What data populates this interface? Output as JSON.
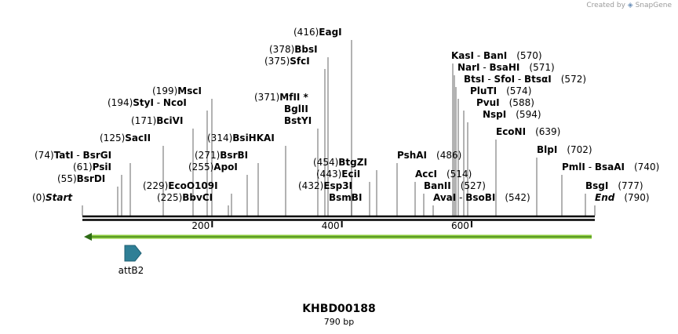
{
  "credit": {
    "text": "Created by",
    "brand": "SnapGene"
  },
  "title": "KHBD00188",
  "subtitle": "790 bp",
  "sequence_length": 790,
  "ticks": [
    "200",
    "400",
    "600"
  ],
  "feature": {
    "name": "attB2",
    "color": "#2f7f96"
  },
  "primer_color": "#8ccc3c",
  "sites": [
    {
      "pos": "(0)",
      "names": [
        {
          "t": "Start",
          "i": true
        }
      ]
    },
    {
      "pos": "(55)",
      "names": [
        {
          "t": "BsrDI"
        }
      ]
    },
    {
      "pos": "(61)",
      "names": [
        {
          "t": "PsiI"
        }
      ]
    },
    {
      "pos": "(74)",
      "names": [
        {
          "t": "TatI"
        },
        {
          "t": "BsrGI"
        }
      ]
    },
    {
      "pos": "(125)",
      "names": [
        {
          "t": "SacII"
        }
      ]
    },
    {
      "pos": "(171)",
      "names": [
        {
          "t": "BciVI"
        }
      ]
    },
    {
      "pos": "(194)",
      "names": [
        {
          "t": "StyI"
        },
        {
          "t": "NcoI"
        }
      ]
    },
    {
      "pos": "(199)",
      "names": [
        {
          "t": "MscI"
        }
      ]
    },
    {
      "pos": "(225)",
      "names": [
        {
          "t": "BbvCI"
        }
      ]
    },
    {
      "pos": "(229)",
      "names": [
        {
          "t": "EcoO109I"
        }
      ]
    },
    {
      "pos": "(255)",
      "names": [
        {
          "t": "ApoI"
        }
      ]
    },
    {
      "pos": "(271)",
      "names": [
        {
          "t": "BsrBI"
        }
      ]
    },
    {
      "pos": "(314)",
      "names": [
        {
          "t": "BsiHKAI"
        }
      ]
    },
    {
      "pos": "(371)",
      "names": [
        {
          "t": "MfII *"
        }
      ],
      "extra": [
        "BglII",
        "BstYI"
      ]
    },
    {
      "pos": "(375)",
      "names": [
        {
          "t": "SfcI"
        }
      ]
    },
    {
      "pos": "(378)",
      "names": [
        {
          "t": "BbsI"
        }
      ]
    },
    {
      "pos": "(416)",
      "names": [
        {
          "t": "EagI"
        }
      ]
    },
    {
      "pos": "(432)",
      "names": [
        {
          "t": "Esp3I"
        }
      ],
      "extra": [
        "BsmBI"
      ]
    },
    {
      "pos": "(443)",
      "names": [
        {
          "t": "EciI"
        }
      ]
    },
    {
      "pos": "(454)",
      "names": [
        {
          "t": "BtgZI"
        }
      ]
    },
    {
      "pos": "(486)",
      "names": [
        {
          "t": "PshAI"
        }
      ]
    },
    {
      "pos": "(514)",
      "names": [
        {
          "t": "AccI"
        }
      ]
    },
    {
      "pos": "(527)",
      "names": [
        {
          "t": "BanII"
        }
      ]
    },
    {
      "pos": "(542)",
      "names": [
        {
          "t": "AvaI"
        },
        {
          "t": "BsoBI"
        }
      ]
    },
    {
      "pos": "(570)",
      "names": [
        {
          "t": "KasI"
        },
        {
          "t": "BanI"
        }
      ]
    },
    {
      "pos": "(571)",
      "names": [
        {
          "t": "NarI"
        },
        {
          "t": "BsaHI"
        }
      ]
    },
    {
      "pos": "(572)",
      "names": [
        {
          "t": "BtsI"
        },
        {
          "t": "SfoI"
        },
        {
          "t": "BtsαI"
        }
      ]
    },
    {
      "pos": "(574)",
      "names": [
        {
          "t": "PluTI"
        }
      ]
    },
    {
      "pos": "(588)",
      "names": [
        {
          "t": "PvuI"
        }
      ]
    },
    {
      "pos": "(594)",
      "names": [
        {
          "t": "NspI"
        }
      ]
    },
    {
      "pos": "(639)",
      "names": [
        {
          "t": "EcoNI"
        }
      ]
    },
    {
      "pos": "(702)",
      "names": [
        {
          "t": "BlpI"
        }
      ]
    },
    {
      "pos": "(740)",
      "names": [
        {
          "t": "PmlI"
        },
        {
          "t": "BsaAI"
        }
      ]
    },
    {
      "pos": "(777)",
      "names": [
        {
          "t": "BsgI"
        }
      ]
    },
    {
      "pos": "(790)",
      "names": [
        {
          "t": "End",
          "i": true
        }
      ]
    }
  ]
}
